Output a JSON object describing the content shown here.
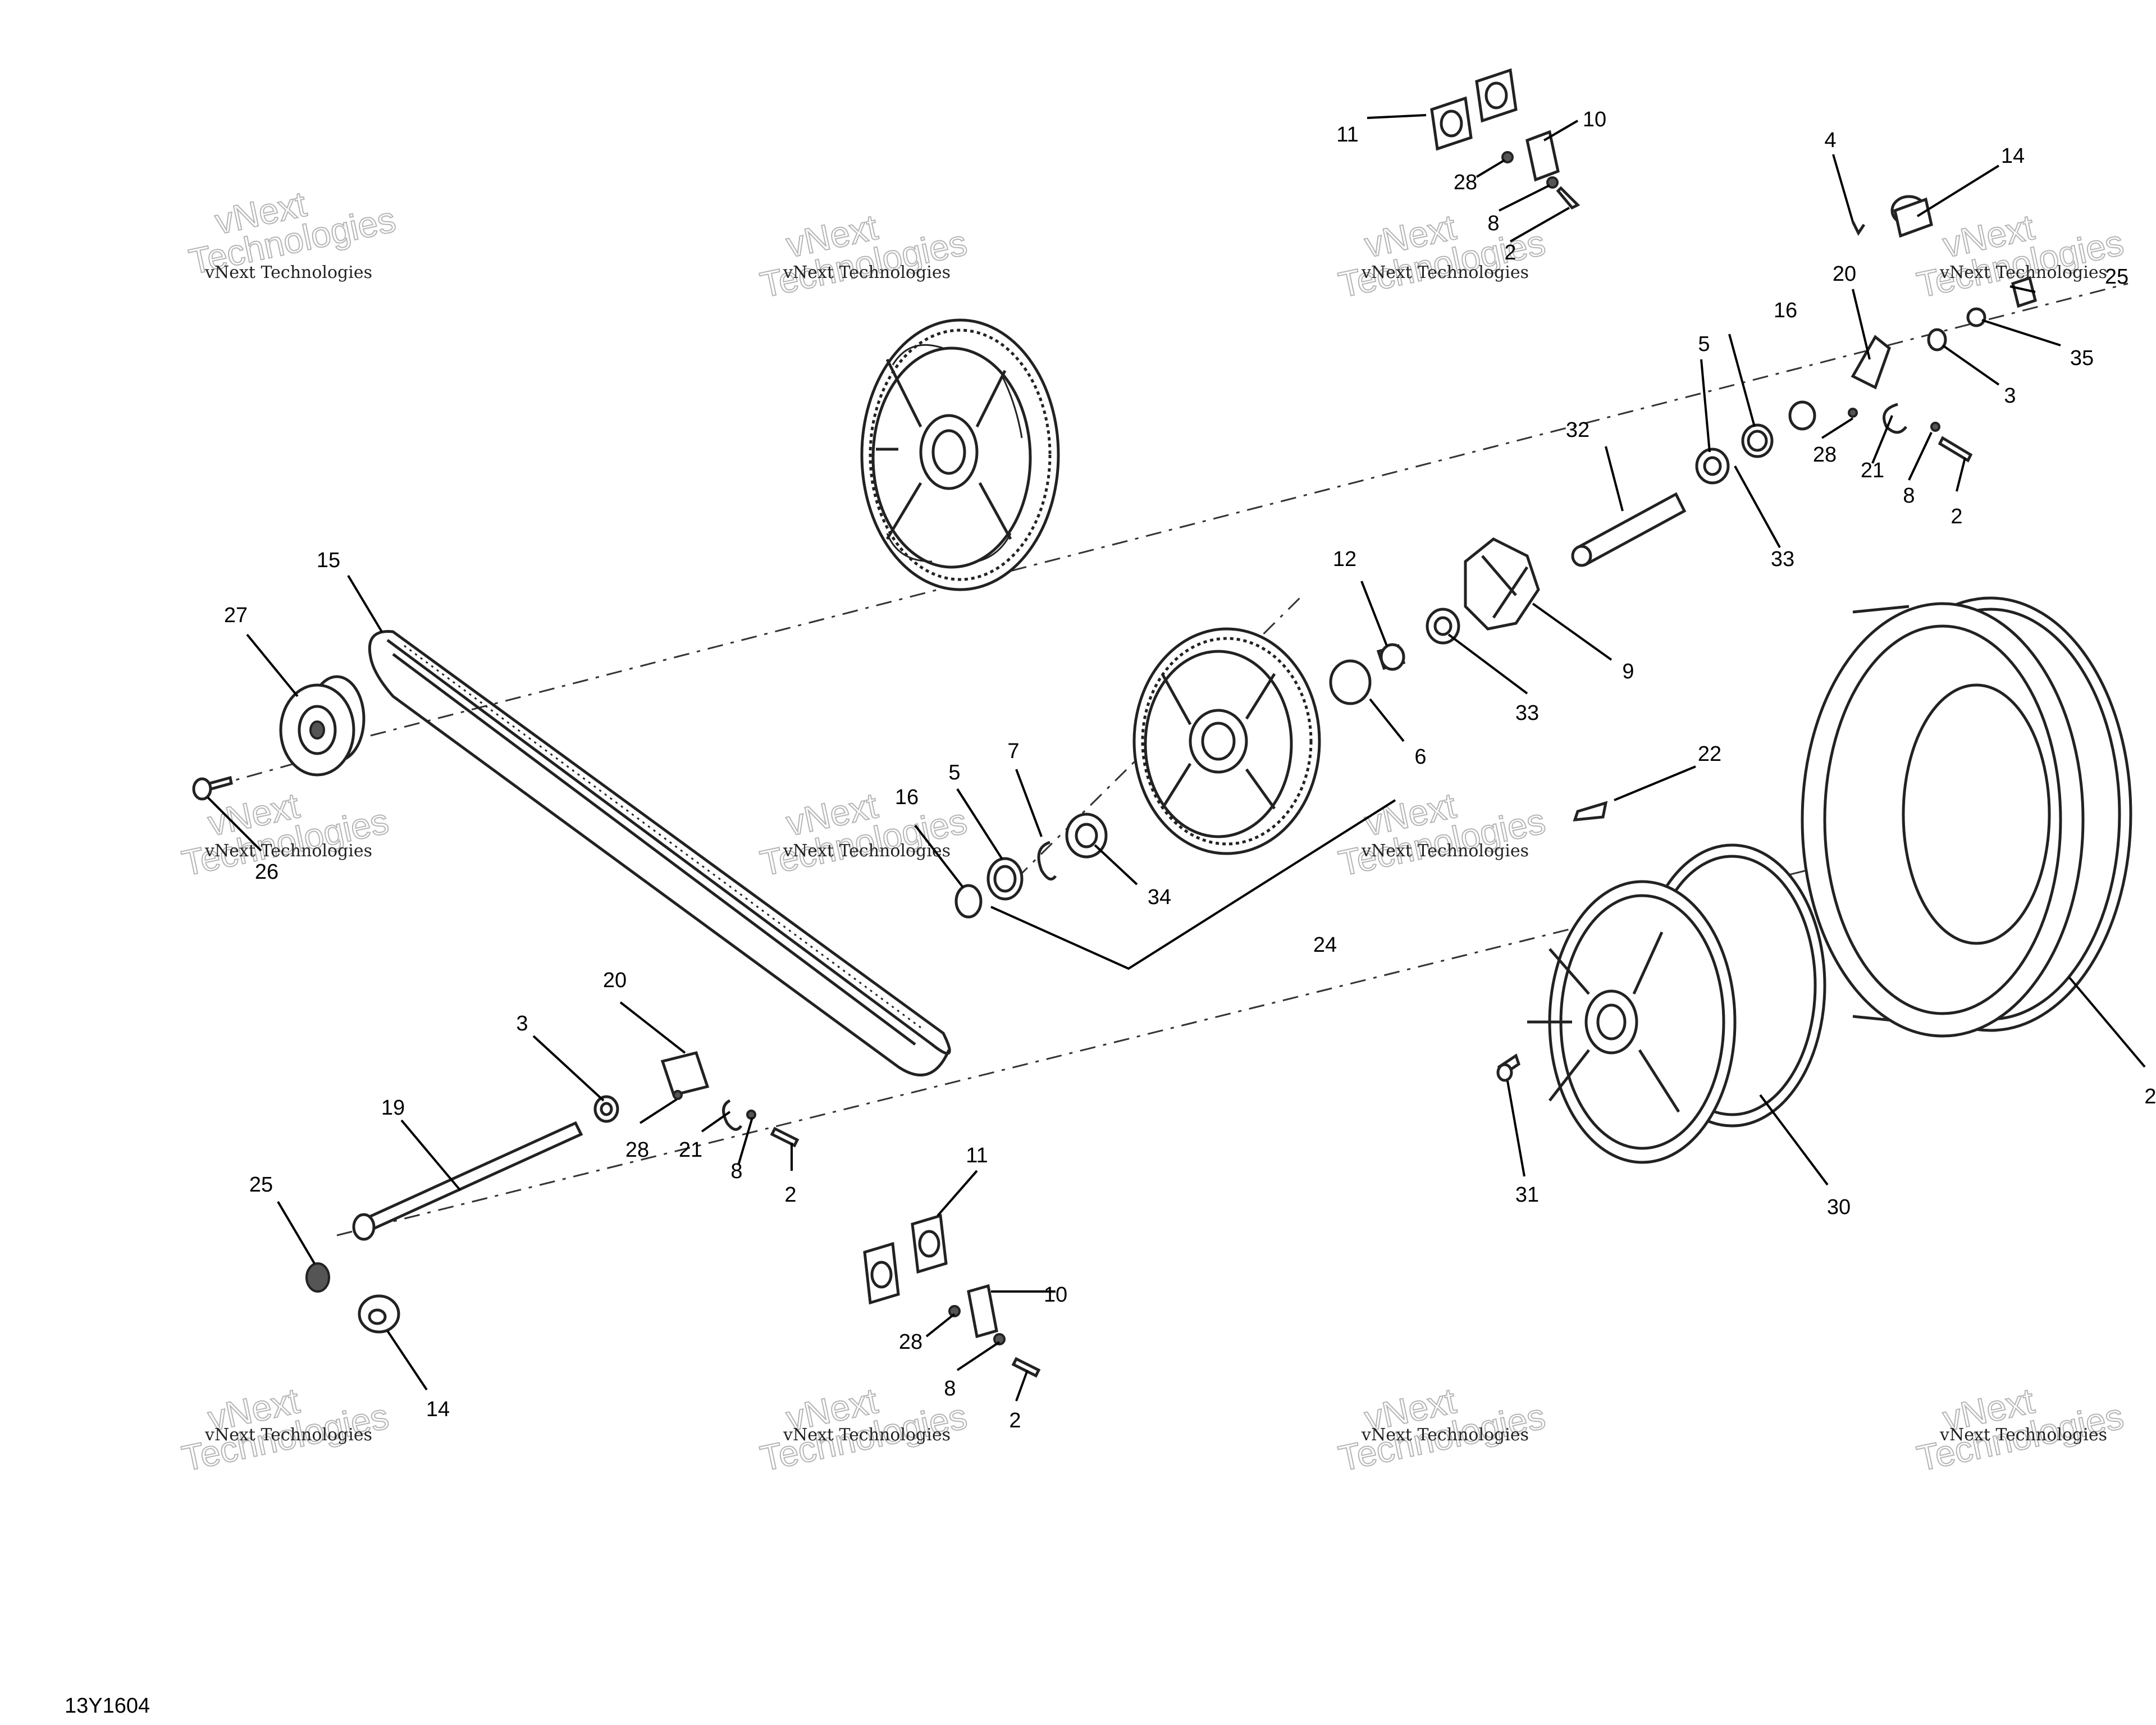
{
  "diagram": {
    "reference_code": "13Y1604",
    "watermark": {
      "line1": "vNext Technologies",
      "line2": "vNext",
      "line3": "Technologies"
    },
    "callouts": {
      "c2_top": "2",
      "c4": "4",
      "c8_top": "8",
      "c10_top": "10",
      "c11_top": "11",
      "c14_top": "14",
      "c28_top": "28",
      "c25_right": "25",
      "c35": "35",
      "c3_right": "3",
      "c20_right": "20",
      "c16_right": "16",
      "c5_right": "5",
      "c28_right": "28",
      "c21_right": "21",
      "c8_right": "8",
      "c2_right": "2",
      "c32": "32",
      "c33_top": "33",
      "c12": "12",
      "c33_mid": "33",
      "c9": "9",
      "c6": "6",
      "c15": "15",
      "c27": "27",
      "c26": "26",
      "c16_left": "16",
      "c5_left": "5",
      "c7": "7",
      "c34": "34",
      "c24": "24",
      "c22": "22",
      "c20_left": "20",
      "c3_left": "3",
      "c19": "19",
      "c28_left": "28",
      "c21_left": "21",
      "c8_left": "8",
      "c2_left": "2",
      "c25_left": "25",
      "c14_left": "14",
      "c11_bottom": "11",
      "c10_bottom": "10",
      "c28_bottom": "28",
      "c8_bottom": "8",
      "c2_bottom": "2",
      "c31": "31",
      "c30": "30",
      "c29": "2"
    }
  }
}
